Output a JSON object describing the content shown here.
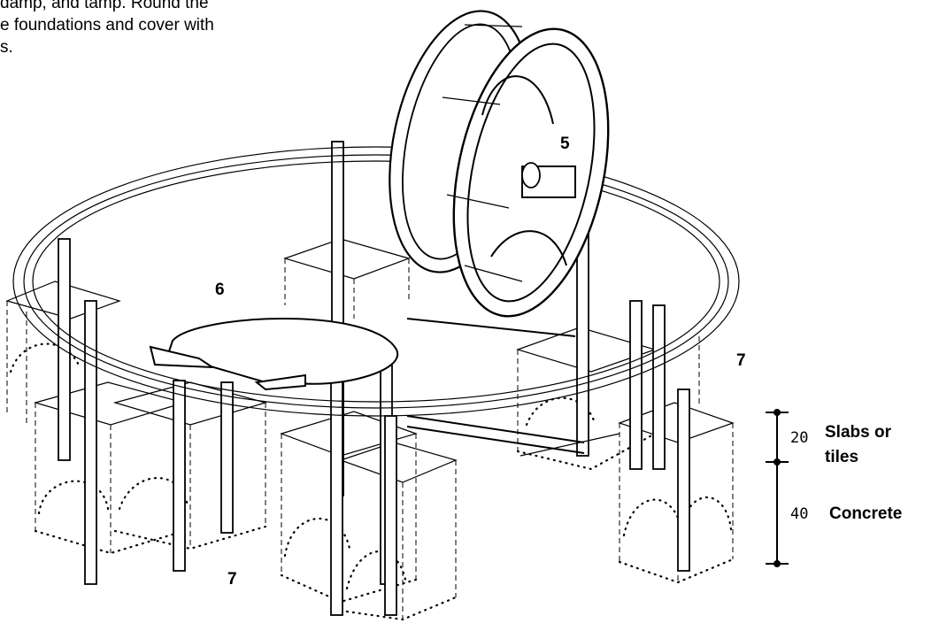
{
  "intro_lines": [
    "damp, and tamp. Round the",
    "e foundations and cover with",
    "s."
  ],
  "callouts": {
    "wheel": "5",
    "platform": "6",
    "foundation_right": "7",
    "foundation_bottom": "7"
  },
  "dimensions": {
    "upper_value": "20",
    "upper_label_line1": "Slabs or",
    "upper_label_line2": "tiles",
    "lower_value": "40",
    "lower_label": "Concrete"
  }
}
